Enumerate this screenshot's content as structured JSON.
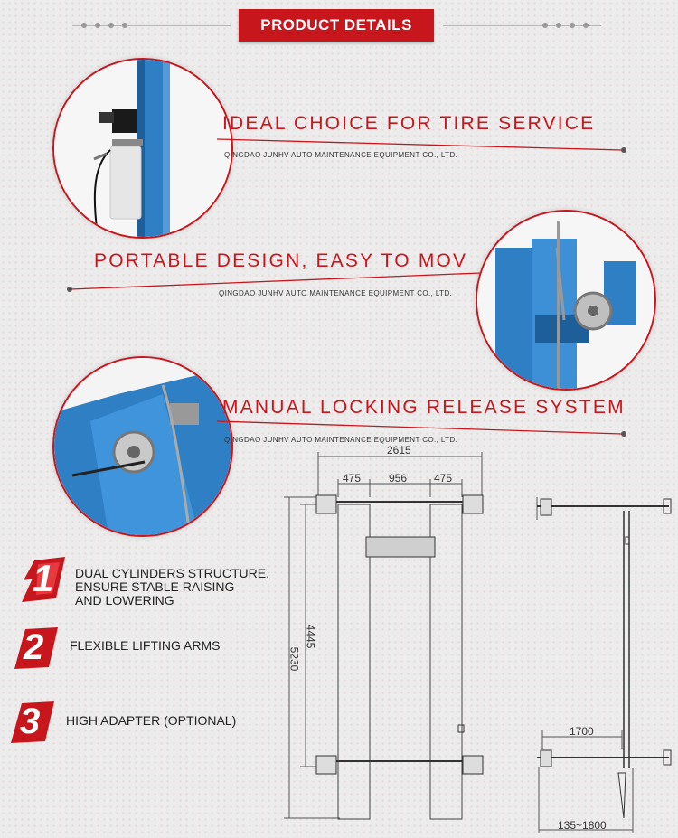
{
  "header": {
    "title": "PRODUCT DETAILS"
  },
  "features": [
    {
      "title": "IDEAL CHOICE FOR TIRE SERVICE",
      "company": "QINGDAO JUNHV AUTO MAINTENANCE EQUIPMENT CO., LTD."
    },
    {
      "title": "PORTABLE DESIGN, EASY TO MOV",
      "company": "QINGDAO JUNHV AUTO MAINTENANCE EQUIPMENT CO., LTD."
    },
    {
      "title": "MANUAL LOCKING RELEASE SYSTEM",
      "company": "QINGDAO JUNHV AUTO MAINTENANCE EQUIPMENT CO., LTD."
    }
  ],
  "list": [
    {
      "number": "1",
      "lines": [
        "DUAL CYLINDERS STRUCTURE,",
        "ENSURE STABLE RAISING",
        "AND LOWERING"
      ]
    },
    {
      "number": "2",
      "lines": [
        "FLEXIBLE LIFTING ARMS"
      ]
    },
    {
      "number": "3",
      "lines": [
        "HIGH ADAPTER (OPTIONAL)"
      ]
    }
  ],
  "drawing": {
    "overall_width": "2615",
    "arm_left": "475",
    "inner_width": "956",
    "arm_right": "475",
    "arm_height": "4445",
    "total_height": "5230",
    "side_length": "1700",
    "side_range": "135~1800"
  },
  "colors": {
    "accent": "#c8161d",
    "equipment_blue": "#2f7fc4"
  }
}
